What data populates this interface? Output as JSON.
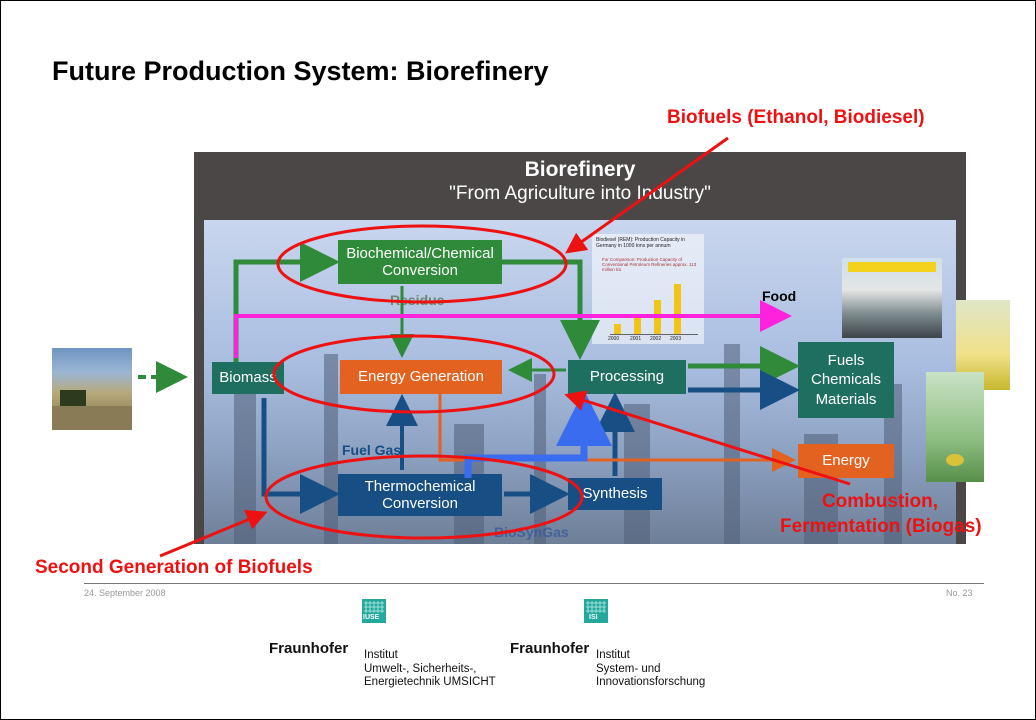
{
  "slide": {
    "title": "Future Production System: Biorefinery",
    "footer_date": "24. September 2008",
    "footer_page": "No. 23"
  },
  "diagram": {
    "title": "Biorefinery",
    "subtitle": "\"From Agriculture into Industry\"",
    "nodes": {
      "biochemical": "Biochemical/Chemical Conversion",
      "biomass": "Biomass",
      "energy_generation": "Energy Generation",
      "processing": "Processing",
      "thermochemical": "Thermochemical Conversion",
      "synthesis": "Synthesis"
    },
    "labels": {
      "residue": "Residue",
      "fuel_gas": "Fuel Gas",
      "biosyngas": "BioSynGas",
      "food": "Food"
    },
    "outputs": {
      "products": [
        "Fuels",
        "Chemicals",
        "Materials"
      ],
      "energy": "Energy"
    },
    "inset_chart": {
      "title": "Biodiesel (REM): Production Capacity in Germany in 1000 tons per annum",
      "note": "For Comparison: Production Capacity of Conventional Petroleum Refineries approx. 113 million t/a",
      "categories": [
        "2000",
        "2001",
        "2002",
        "2003"
      ]
    }
  },
  "annotations": {
    "biofuels": "Biofuels (Ethanol, Biodiesel)",
    "combustion_line1": "Combustion,",
    "combustion_line2": "Fermentation (Biogas)",
    "second_generation": "Second Generation of Biofuels"
  },
  "logos": [
    {
      "badge": "IUSE",
      "name": "Fraunhofer",
      "institute_lines": [
        "Institut",
        "Umwelt-, Sicherheits-,",
        "Energietechnik UMSICHT"
      ]
    },
    {
      "badge": "ISI",
      "name": "Fraunhofer",
      "institute_lines": [
        "Institut",
        "System- und",
        "Innovationsforschung"
      ]
    }
  ],
  "colors": {
    "annotation_red": "#ee1111",
    "green_arrow": "#2f8a3a",
    "navy_arrow": "#174e84",
    "food_line": "#ff22dd",
    "energy_orange": "#e4621f",
    "blue_connector": "#3a6cf0"
  }
}
